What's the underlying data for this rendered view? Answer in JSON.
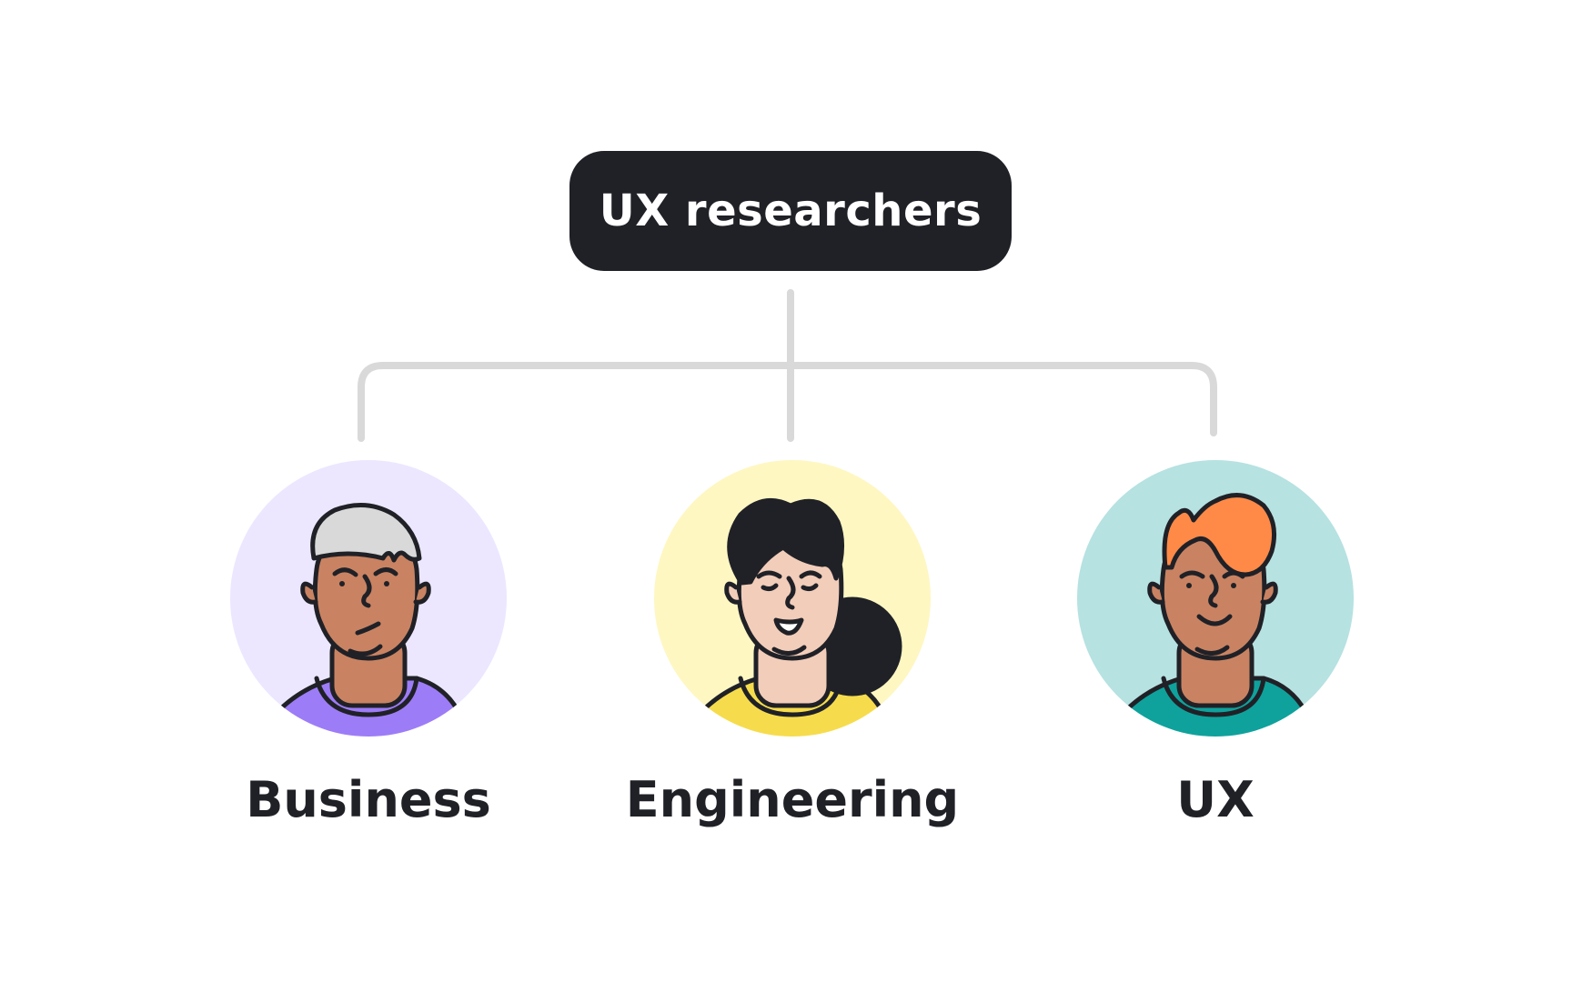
{
  "root": {
    "label": "UX researchers"
  },
  "groups": [
    {
      "label": "Business",
      "avatar_icon": "person-gray-hair-icon",
      "bg_color": "#ECE7FF",
      "shirt_color": "#9D7CF7"
    },
    {
      "label": "Engineering",
      "avatar_icon": "person-black-hair-bun-icon",
      "bg_color": "#FEF7C2",
      "shirt_color": "#F6DC4C"
    },
    {
      "label": "UX",
      "avatar_icon": "person-orange-hair-icon",
      "bg_color": "#B6E2E1",
      "shirt_color": "#0FA29C"
    }
  ],
  "colors": {
    "dark": "#202127",
    "connector": "#D9D9D9",
    "skin_dark": "#C98362",
    "skin_light": "#F2CDB9"
  }
}
